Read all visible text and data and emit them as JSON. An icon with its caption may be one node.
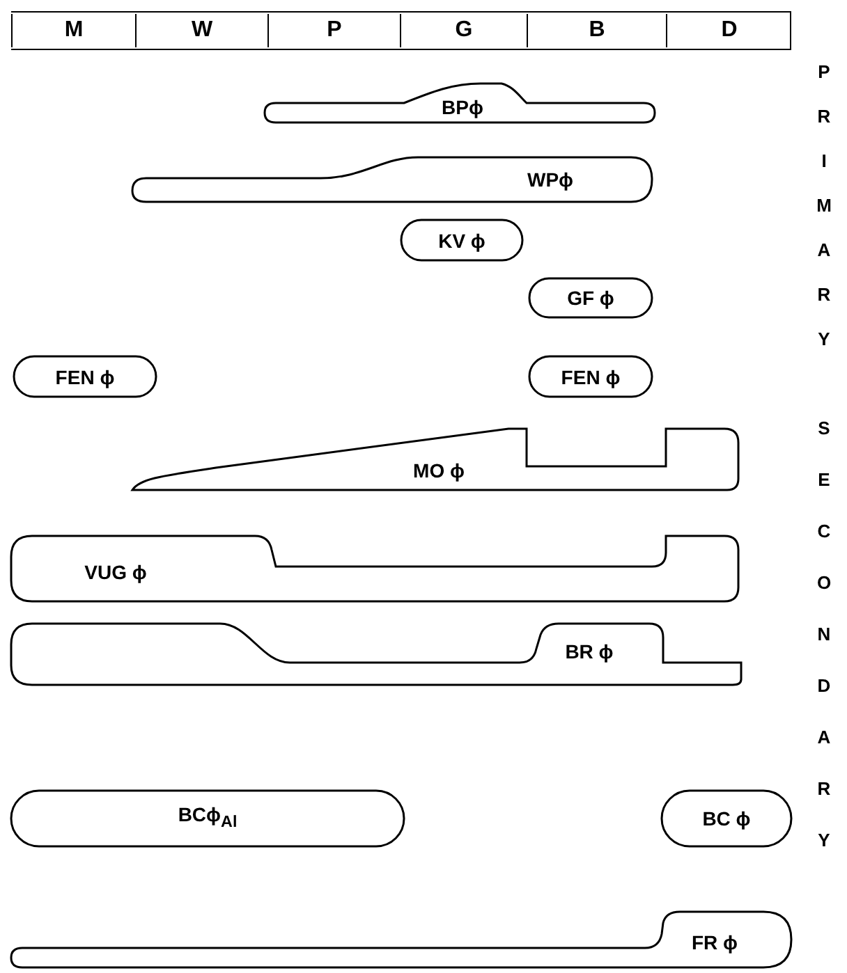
{
  "diagram": {
    "nodes": [
      {
        "text": [
          "BPϕ"
        ]
      },
      {
        "text": [
          "WPϕ"
        ]
      },
      {
        "text": [
          "KV ϕ"
        ]
      },
      {
        "text": [
          "GF ϕ"
        ]
      },
      {
        "text": [
          "FEN ϕ"
        ]
      },
      {
        "text": [
          "FEN ϕ"
        ]
      },
      {
        "text": [
          "MO ϕ"
        ]
      },
      {
        "text": [
          "VUG ϕ"
        ]
      },
      {
        "text": [
          "BR ϕ"
        ]
      },
      {
        "text": [
          "BCϕ$_{Al}$"
        ]
      },
      {
        "text": [
          "BC ϕ"
        ]
      },
      {
        "text": [
          "FR ϕ"
        ]
      }
    ],
    "edges": [],
    "labels": [
      "M",
      "W",
      "P",
      "G",
      "B",
      "D",
      "PRIMARY",
      "SECONDARY"
    ]
  }
}
